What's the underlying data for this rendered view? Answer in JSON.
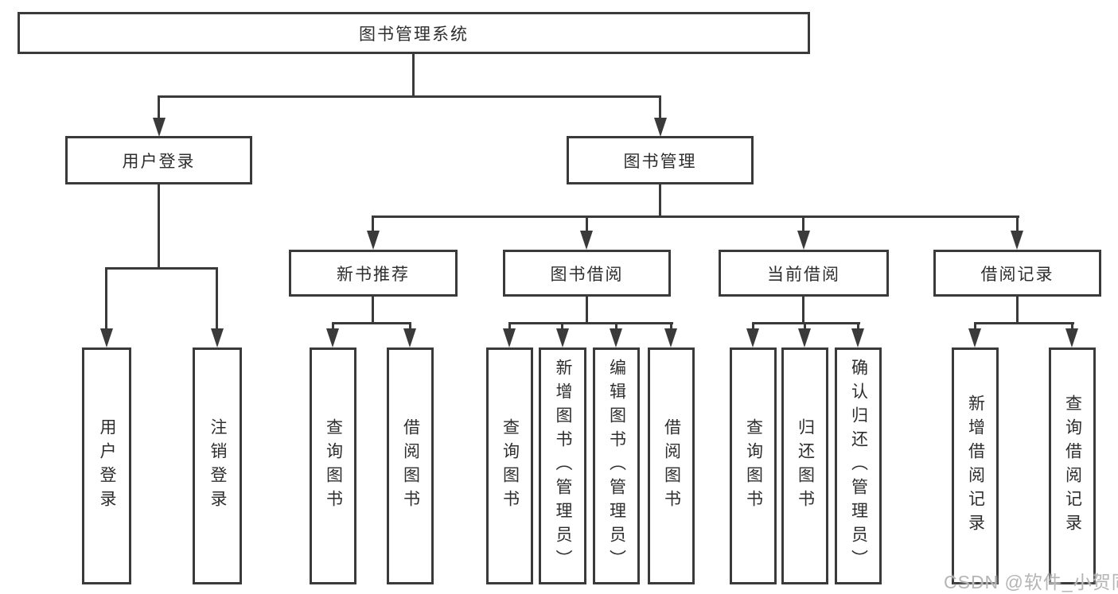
{
  "diagram": {
    "title": "图书管理系统",
    "level2": {
      "user_login": "用户登录",
      "book_mgmt": "图书管理"
    },
    "level3": {
      "new_book": "新书推荐",
      "book_borrow": "图书借阅",
      "current_borrow": "当前借阅",
      "borrow_record": "借阅记录"
    },
    "leaves": {
      "user_login": [
        "用户登录",
        "注销登录"
      ],
      "new_book": [
        "查询图书",
        "借阅图书"
      ],
      "book_borrow": [
        "查询图书",
        "新增图书（管理员）",
        "编辑图书（管理员）",
        "借阅图书"
      ],
      "current_borrow": [
        "查询图书",
        "归还图书",
        "确认归还（管理员）"
      ],
      "borrow_record": [
        "新增借阅记录",
        "查询借阅记录"
      ]
    },
    "colors": {
      "line": "#3a3a3a",
      "text": "#2e2e2e",
      "bg": "#ffffff",
      "watermark": "#b5b5b5"
    }
  },
  "watermark": {
    "text": "CSDN @软件_小贺同学"
  }
}
